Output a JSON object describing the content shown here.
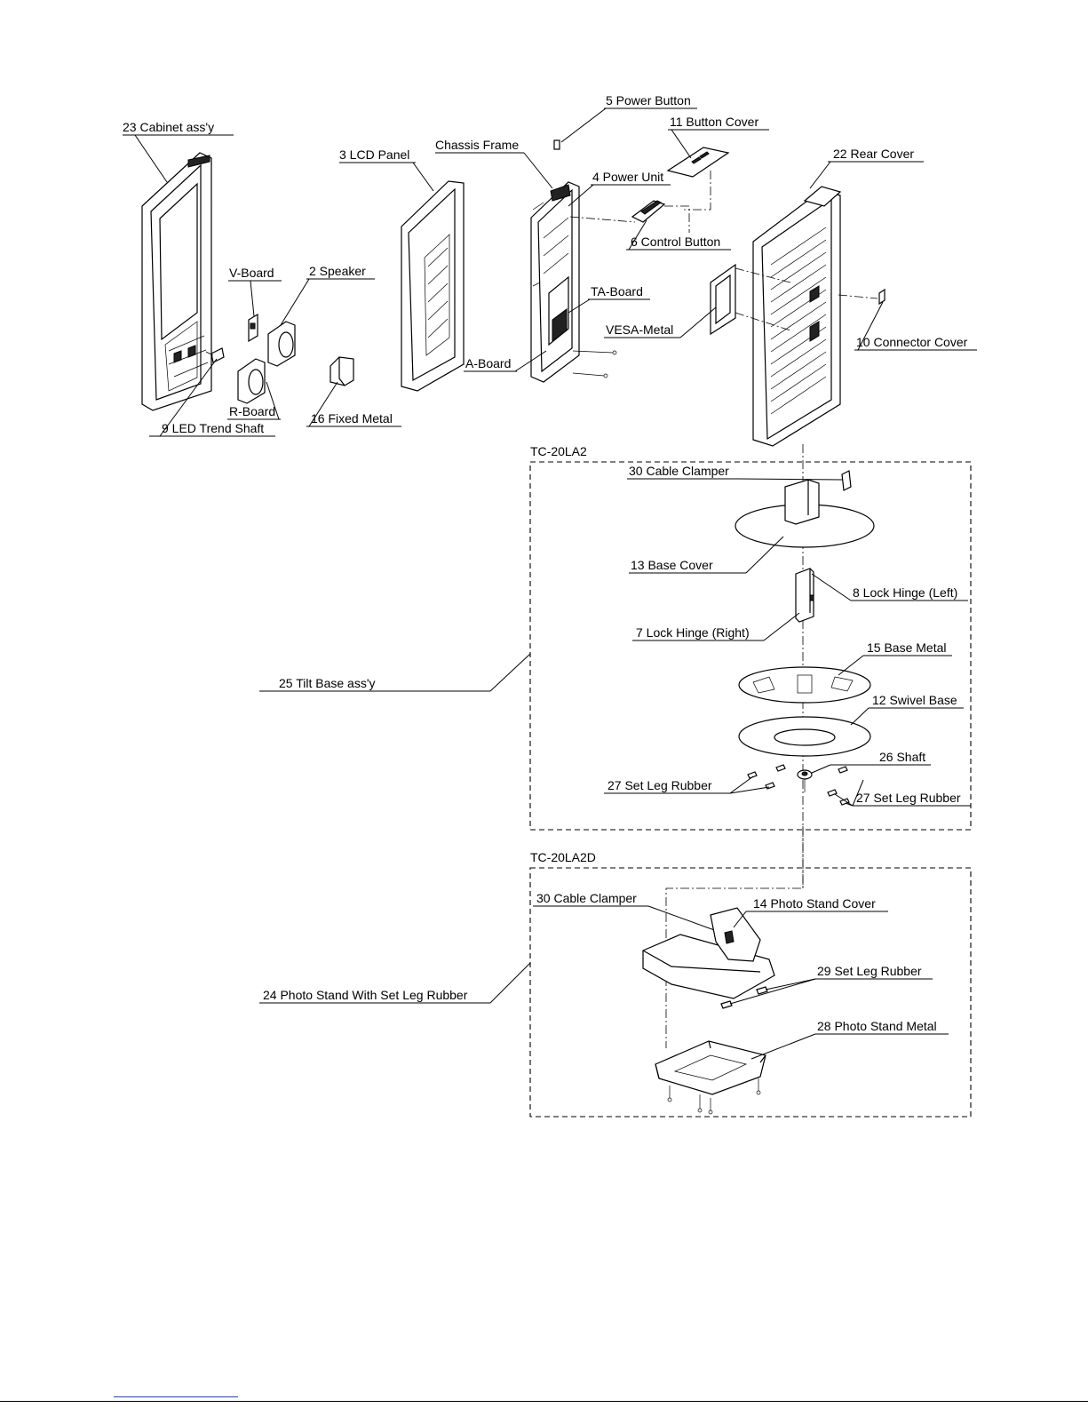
{
  "labels": {
    "cabinet": "23 Cabinet ass'y",
    "lcd_panel": "3 LCD Panel",
    "chassis_frame": "Chassis Frame",
    "power_button": "5 Power Button",
    "button_cover": "11 Button Cover",
    "power_unit": "4 Power Unit",
    "rear_cover": "22 Rear Cover",
    "control_button": "6 Control Button",
    "v_board": "V-Board",
    "speaker": "2 Speaker",
    "ta_board": "TA-Board",
    "vesa_metal": "VESA-Metal",
    "connector_cover": "10 Connector Cover",
    "a_board": "A-Board",
    "r_board": "R-Board",
    "led_trend_shaft": "9 LED Trend Shaft",
    "fixed_metal": "16 Fixed Metal",
    "model_tc20la2": "TC-20LA2",
    "cable_clamper_1": "30 Cable Clamper",
    "base_cover": "13 Base Cover",
    "lock_hinge_left": "8 Lock Hinge (Left)",
    "lock_hinge_right": "7 Lock Hinge (Right)",
    "tilt_base": "25 Tilt Base ass'y",
    "base_metal": "15 Base Metal",
    "swivel_base": "12 Swivel Base",
    "shaft": "26 Shaft",
    "set_leg_rubber_left": "27 Set Leg Rubber",
    "set_leg_rubber_right": "27 Set Leg Rubber",
    "model_tc20la2d": "TC-20LA2D",
    "cable_clamper_2": "30 Cable Clamper",
    "photo_stand_cover": "14 Photo Stand Cover",
    "photo_stand": "24 Photo Stand With Set Leg Rubber",
    "set_leg_rubber_29": "29 Set Leg Rubber",
    "photo_stand_metal": "28 Photo Stand Metal"
  }
}
